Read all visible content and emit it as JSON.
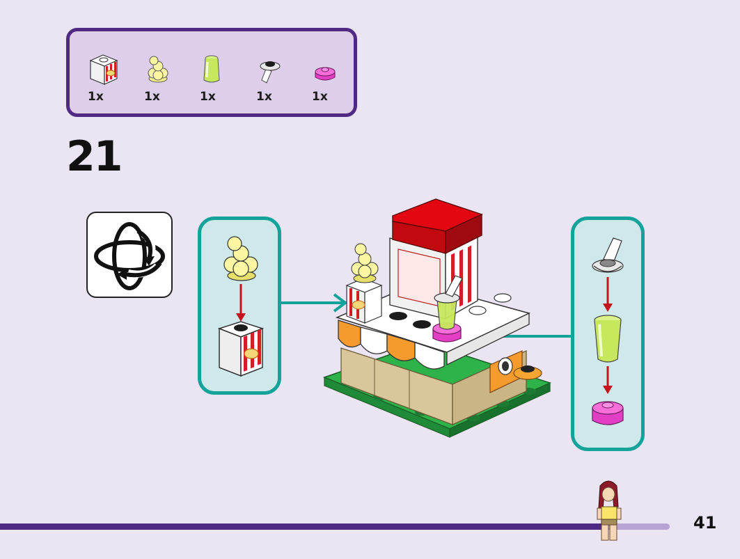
{
  "parts_list": [
    {
      "icon": "popcorn-printed-brick-icon",
      "qty": "1x"
    },
    {
      "icon": "yellow-ice-cream-scoop-icon",
      "qty": "1x"
    },
    {
      "icon": "lime-transparent-cup-icon",
      "qty": "1x"
    },
    {
      "icon": "cup-lid-straw-icon",
      "qty": "1x"
    },
    {
      "icon": "pink-round-plate-icon",
      "qty": "1x"
    }
  ],
  "step": {
    "number": "21"
  },
  "rotate_icon": "rotate-model-icon",
  "page": {
    "number": "41"
  },
  "colors": {
    "background": "#ebe4f3",
    "parts_border": "#4f2a82",
    "parts_fill": "#ddcfe9",
    "callout_border": "#14a39a",
    "callout_fill": "#cfe9ea",
    "arrow_red": "#c4121e",
    "footer_bar": "#4f2a82"
  }
}
